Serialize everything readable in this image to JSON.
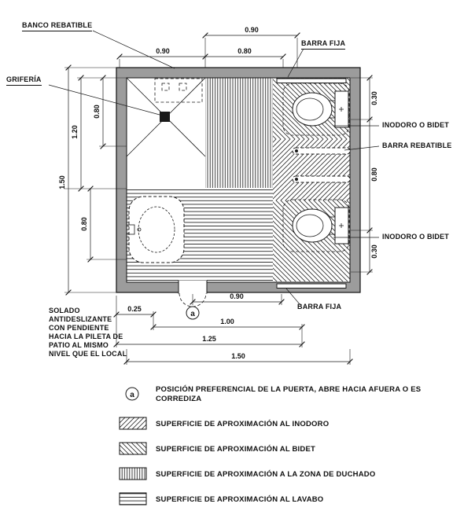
{
  "colors": {
    "wall_fill": "#9c9c9c",
    "line": "#1a1a1a",
    "background": "#ffffff"
  },
  "callouts": {
    "banco_rebatible": "BANCO REBATIBLE",
    "griferia": "GRIFERÍA",
    "barra_fija_top": "BARRA FIJA",
    "inodoro_o_bidet_top": "INODORO O BIDET",
    "barra_rebatible": "BARRA REBATIBLE",
    "inodoro_o_bidet_bottom": "INODORO O BIDET",
    "barra_fija_bottom": "BARRA FIJA",
    "solado_note": "SOLADO ANTIDESLIZANTE CON PENDIENTE HACIA LA PILETA DE PATIO AL MISMO NIVEL QUE EL LOCAL"
  },
  "dimensions": {
    "top_upper": "0.90",
    "top_left": "0.90",
    "top_mid": "0.80",
    "right_top": "0.30",
    "right_mid": "0.80",
    "right_bottom": "0.30",
    "left_inner_top": "0.80",
    "left_120": "1.20",
    "left_150": "1.50",
    "left_inner_bottom": "0.80",
    "bottom_090": "0.90",
    "bottom_025": "0.25",
    "bottom_100": "1.00",
    "bottom_125": "1.25",
    "bottom_150": "1.50"
  },
  "door": {
    "marker": "a"
  },
  "legend": {
    "marker": "a",
    "marker_note": "POSICIÓN PREFERENCIAL DE LA PUERTA, ABRE HACIA AFUERA O ES CORREDIZA",
    "items": [
      {
        "swatch": "diagonal-hatch-right",
        "label": "SUPERFICIE DE APROXIMACIÓN AL INODORO"
      },
      {
        "swatch": "diagonal-hatch-left",
        "label": "SUPERFICIE DE APROXIMACIÓN AL BIDET"
      },
      {
        "swatch": "vertical-lines",
        "label": "SUPERFICIE DE APROXIMACIÓN A LA ZONA DE DUCHADO"
      },
      {
        "swatch": "horizontal-lines",
        "label": "SUPERFICIE DE APROXIMACIÓN AL LAVABO"
      }
    ]
  }
}
